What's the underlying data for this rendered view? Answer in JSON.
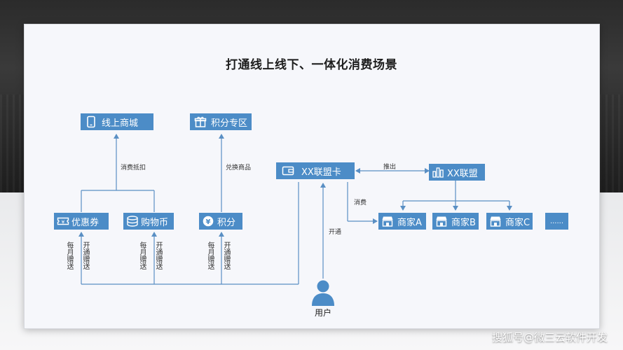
{
  "title": "打通线上线下、一体化消费场景",
  "nodes": {
    "online_mall": "线上商城",
    "points_zone": "积分专区",
    "coupon": "优惠券",
    "shopping_coin": "购物币",
    "points": "积分",
    "alliance_card": "XX联盟卡",
    "alliance": "XX联盟",
    "merchant_a": "商家A",
    "merchant_b": "商家B",
    "merchant_c": "商家C",
    "more": "......"
  },
  "edge_labels": {
    "consume_deduct": "消费抵扣",
    "redeem_goods": "兑换商品",
    "promote": "推出",
    "consume": "消费",
    "open": "开通",
    "monthly_gift": "每月赠送",
    "open_gift": "开通赠送"
  },
  "user_label": "用户",
  "watermark": "搜狐号@微三云软件开发",
  "colors": {
    "node": "#4c8cc7",
    "line": "#5a8fc4",
    "title": "#1d1d1d"
  }
}
